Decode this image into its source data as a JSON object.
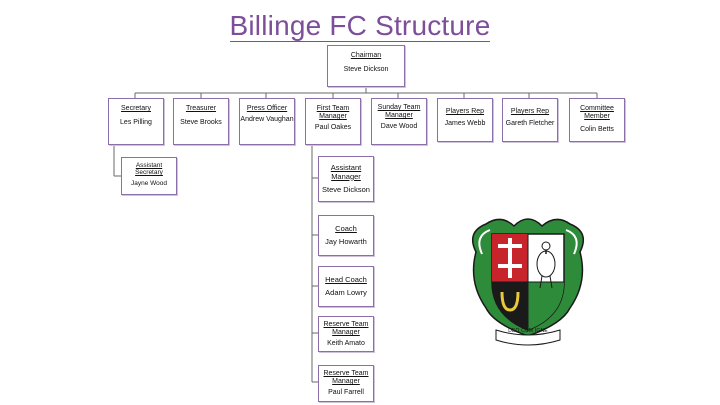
{
  "title": "Billinge FC Structure",
  "top": {
    "role": "Chairman",
    "person": "Steve Dickson"
  },
  "row": [
    {
      "role": "Secretary",
      "person": "Les Pilling"
    },
    {
      "role": "Treasurer",
      "person": "Steve Brooks"
    },
    {
      "role": "Press Officer",
      "person": "Andrew Vaughan"
    },
    {
      "role": "First Team Manager",
      "person": "Paul Oakes"
    },
    {
      "role": "Sunday Team Manager",
      "person": "Dave Wood"
    },
    {
      "role": "Players Rep",
      "person": "James Webb"
    },
    {
      "role": "Players Rep",
      "person": "Gareth Fletcher"
    },
    {
      "role": "Committee Member",
      "person": "Colin Betts"
    }
  ],
  "assistant_secretary": {
    "role": "Assistant Secretary",
    "person": "Jayne Wood"
  },
  "first_team_staff": [
    {
      "role": "Assistant Manager",
      "person": "Steve Dickson"
    },
    {
      "role": "Coach",
      "person": "Jay Howarth"
    },
    {
      "role": "Head Coach",
      "person": "Adam Lowry"
    },
    {
      "role": "Reserve Team Manager",
      "person": "Keith Amato"
    },
    {
      "role": "Reserve Team Manager",
      "person": "Paul Farrell"
    }
  ],
  "crest": {
    "motto": "DEO CUM IGNE"
  },
  "colors": {
    "title": "#7d4e9a",
    "node_border": "#8c6fa8",
    "crest_green": "#2e8b3a",
    "crest_red": "#c8242b"
  }
}
